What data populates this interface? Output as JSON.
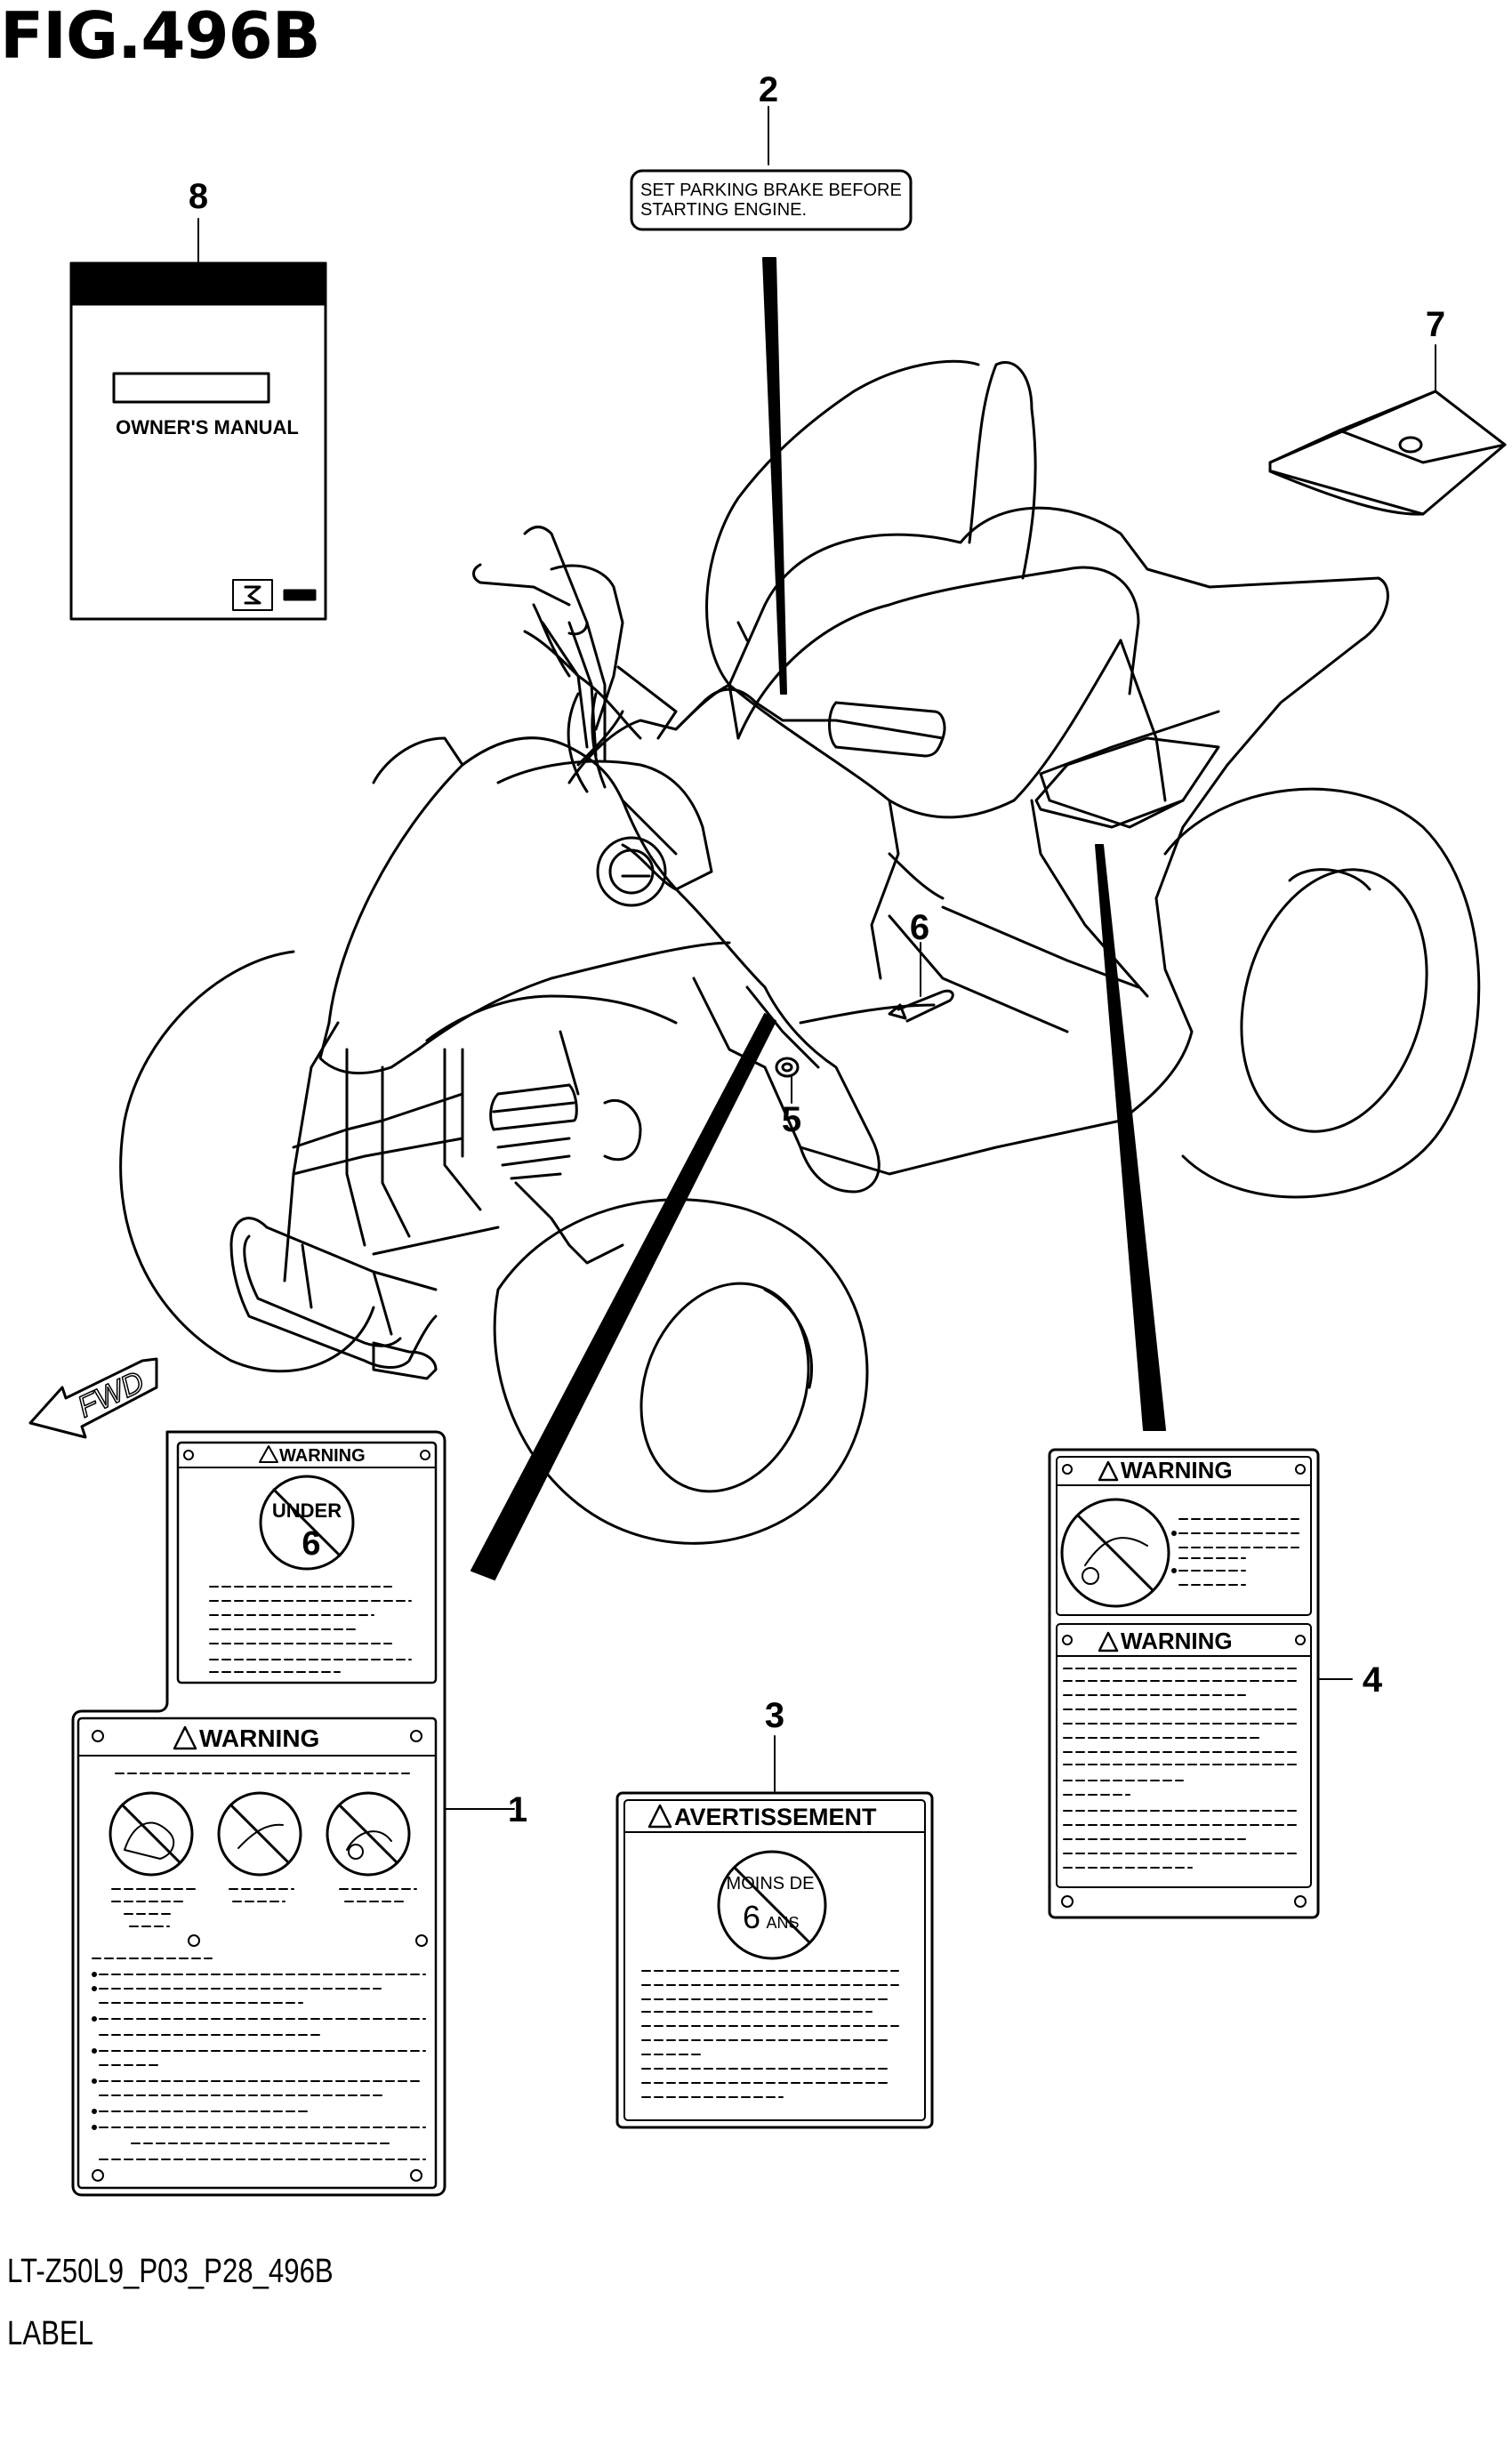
{
  "figure": {
    "title": "FIG.496B",
    "code": "LT-Z50L9_P03_P28_496B",
    "category": "LABEL"
  },
  "callouts": [
    "1",
    "2",
    "3",
    "4",
    "5",
    "6",
    "7",
    "8"
  ],
  "labels": {
    "parking_brake": {
      "line1": "SET PARKING BRAKE BEFORE",
      "line2": "STARTING ENGINE."
    },
    "owners_manual": "OWNER'S MANUAL",
    "warning": "WARNING",
    "avertissement": "AVERTISSEMENT",
    "under": "UNDER",
    "age_six": "6",
    "moins_de": "MOINS DE",
    "ans": "ANS",
    "fwd": "FWD"
  },
  "colors": {
    "line": "#000000",
    "background": "#ffffff"
  }
}
